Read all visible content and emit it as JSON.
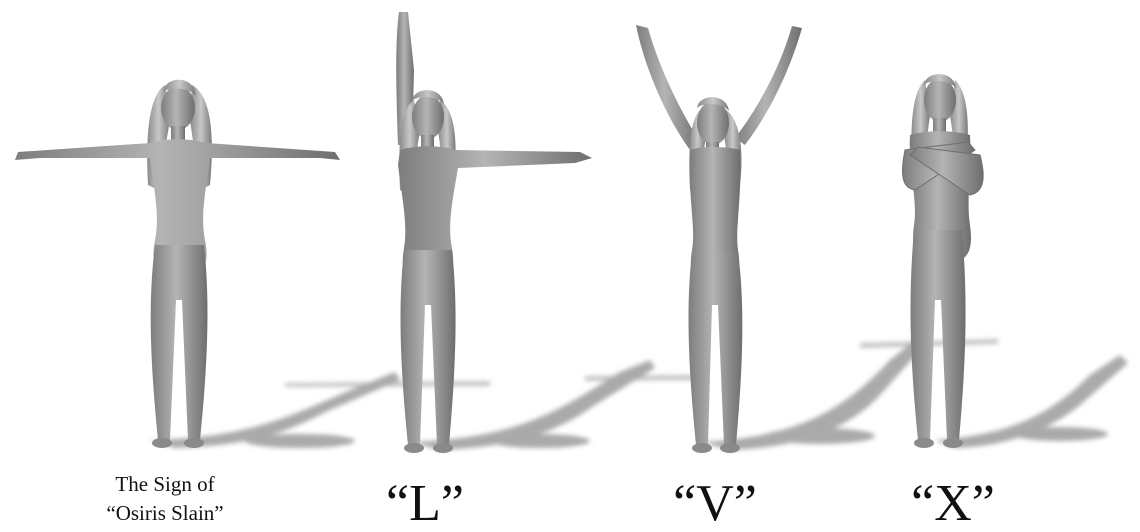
{
  "figures": [
    {
      "pose": "arms outstretched horizontally (T pose)",
      "caption_lines": [
        "The Sign of",
        "“Osiris Slain”"
      ]
    },
    {
      "pose": "right arm raised vertically, left arm horizontal (L pose)",
      "caption": "“L”"
    },
    {
      "pose": "both arms raised diagonally (V pose)",
      "caption": "“V”"
    },
    {
      "pose": "arms crossed over chest (X pose)",
      "caption": "“X”"
    }
  ],
  "colors": {
    "background": "#ffffff",
    "figure": "#9a9a9a",
    "shadow": "#a8a8a8",
    "text": "#111111"
  }
}
